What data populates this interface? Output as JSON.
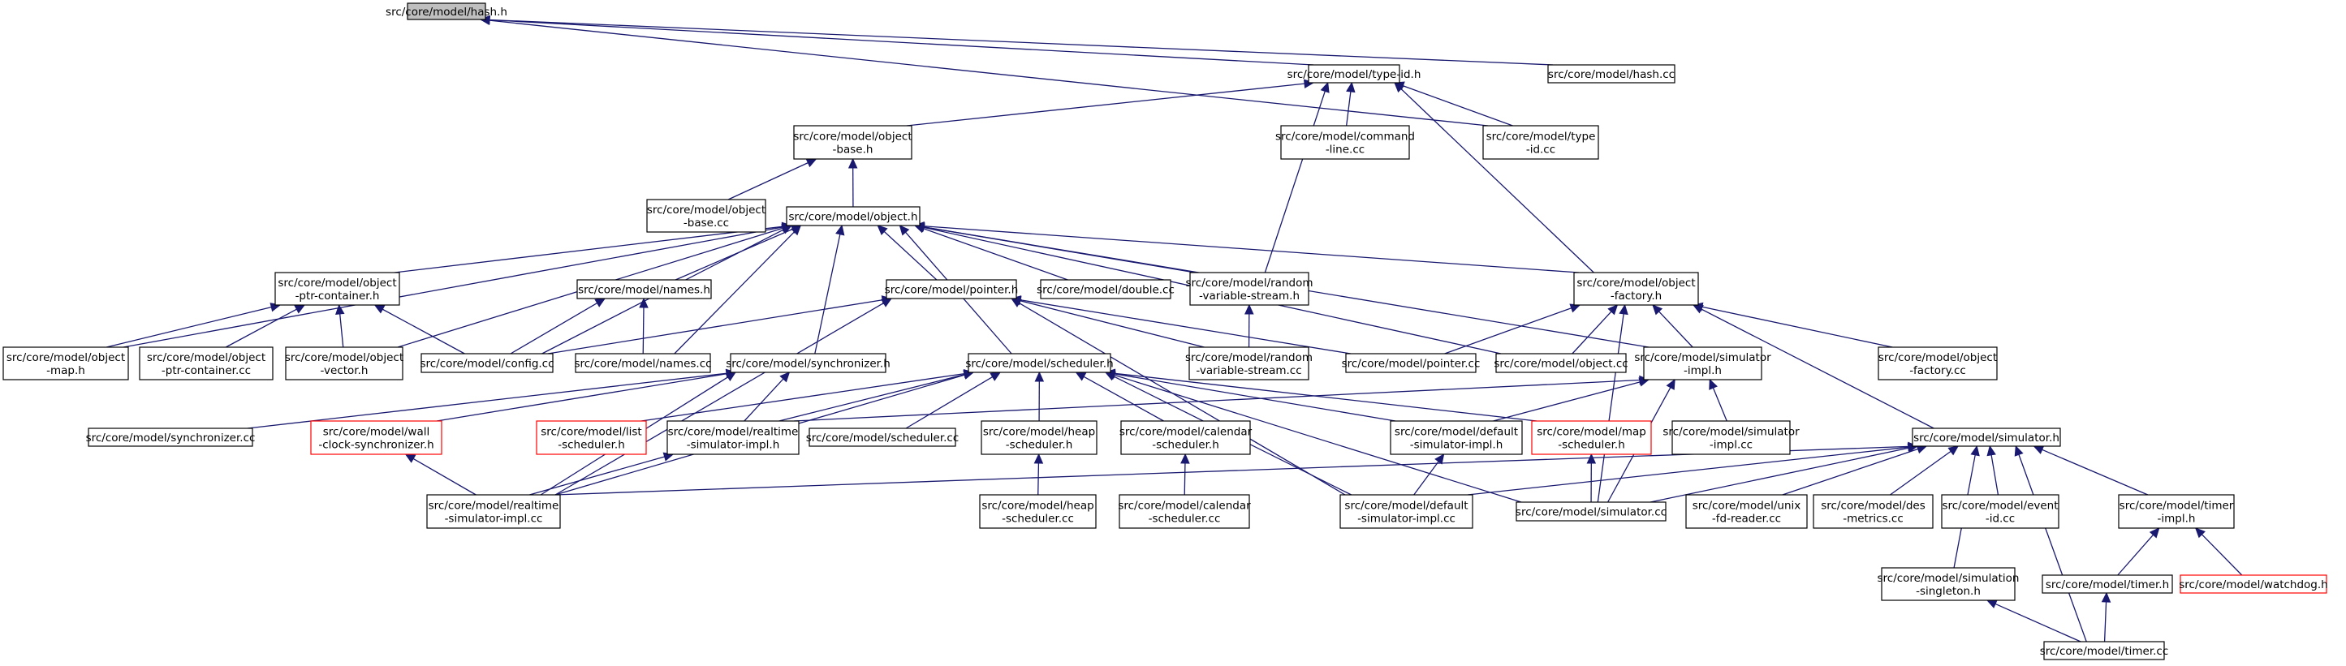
{
  "graph": {
    "nodes": [
      {
        "id": "hash_h",
        "lines": [
          "src/core/model/hash.h"
        ],
        "style": "root"
      },
      {
        "id": "type_id_h",
        "lines": [
          "src/core/model/type-id.h"
        ],
        "style": "normal"
      },
      {
        "id": "hash_cc",
        "lines": [
          "src/core/model/hash.cc"
        ],
        "style": "normal"
      },
      {
        "id": "object_base_h",
        "lines": [
          "src/core/model/object",
          "-base.h"
        ],
        "style": "normal"
      },
      {
        "id": "command_line_cc",
        "lines": [
          "src/core/model/command",
          "-line.cc"
        ],
        "style": "normal"
      },
      {
        "id": "type_id_cc",
        "lines": [
          "src/core/model/type",
          "-id.cc"
        ],
        "style": "normal"
      },
      {
        "id": "object_base_cc",
        "lines": [
          "src/core/model/object",
          "-base.cc"
        ],
        "style": "normal"
      },
      {
        "id": "object_h",
        "lines": [
          "src/core/model/object.h"
        ],
        "style": "normal"
      },
      {
        "id": "object_ptr_container_h",
        "lines": [
          "src/core/model/object",
          "-ptr-container.h"
        ],
        "style": "normal"
      },
      {
        "id": "names_h",
        "lines": [
          "src/core/model/names.h"
        ],
        "style": "normal"
      },
      {
        "id": "pointer_h",
        "lines": [
          "src/core/model/pointer.h"
        ],
        "style": "normal"
      },
      {
        "id": "double_cc",
        "lines": [
          "src/core/model/double.cc"
        ],
        "style": "normal"
      },
      {
        "id": "random_variable_stream_h",
        "lines": [
          "src/core/model/random",
          "-variable-stream.h"
        ],
        "style": "normal"
      },
      {
        "id": "object_factory_h",
        "lines": [
          "src/core/model/object",
          "-factory.h"
        ],
        "style": "normal"
      },
      {
        "id": "object_map_h",
        "lines": [
          "src/core/model/object",
          "-map.h"
        ],
        "style": "normal"
      },
      {
        "id": "object_ptr_container_cc",
        "lines": [
          "src/core/model/object",
          "-ptr-container.cc"
        ],
        "style": "normal"
      },
      {
        "id": "object_vector_h",
        "lines": [
          "src/core/model/object",
          "-vector.h"
        ],
        "style": "normal"
      },
      {
        "id": "config_cc",
        "lines": [
          "src/core/model/config.cc"
        ],
        "style": "normal"
      },
      {
        "id": "names_cc",
        "lines": [
          "src/core/model/names.cc"
        ],
        "style": "normal"
      },
      {
        "id": "synchronizer_h",
        "lines": [
          "src/core/model/synchronizer.h"
        ],
        "style": "normal"
      },
      {
        "id": "scheduler_h",
        "lines": [
          "src/core/model/scheduler.h"
        ],
        "style": "normal"
      },
      {
        "id": "random_variable_stream_cc",
        "lines": [
          "src/core/model/random",
          "-variable-stream.cc"
        ],
        "style": "normal"
      },
      {
        "id": "pointer_cc",
        "lines": [
          "src/core/model/pointer.cc"
        ],
        "style": "normal"
      },
      {
        "id": "object_cc",
        "lines": [
          "src/core/model/object.cc"
        ],
        "style": "normal"
      },
      {
        "id": "simulator_impl_h",
        "lines": [
          "src/core/model/simulator",
          "-impl.h"
        ],
        "style": "normal"
      },
      {
        "id": "object_factory_cc",
        "lines": [
          "src/core/model/object",
          "-factory.cc"
        ],
        "style": "normal"
      },
      {
        "id": "synchronizer_cc",
        "lines": [
          "src/core/model/synchronizer.cc"
        ],
        "style": "normal"
      },
      {
        "id": "wall_clock_synchronizer_h",
        "lines": [
          "src/core/model/wall",
          "-clock-synchronizer.h"
        ],
        "style": "red"
      },
      {
        "id": "list_scheduler_h",
        "lines": [
          "src/core/model/list",
          "-scheduler.h"
        ],
        "style": "red"
      },
      {
        "id": "realtime_simulator_impl_h",
        "lines": [
          "src/core/model/realtime",
          "-simulator-impl.h"
        ],
        "style": "normal"
      },
      {
        "id": "scheduler_cc",
        "lines": [
          "src/core/model/scheduler.cc"
        ],
        "style": "normal"
      },
      {
        "id": "heap_scheduler_h",
        "lines": [
          "src/core/model/heap",
          "-scheduler.h"
        ],
        "style": "normal"
      },
      {
        "id": "calendar_scheduler_h",
        "lines": [
          "src/core/model/calendar",
          "-scheduler.h"
        ],
        "style": "normal"
      },
      {
        "id": "default_simulator_impl_h",
        "lines": [
          "src/core/model/default",
          "-simulator-impl.h"
        ],
        "style": "normal"
      },
      {
        "id": "map_scheduler_h",
        "lines": [
          "src/core/model/map",
          "-scheduler.h"
        ],
        "style": "red"
      },
      {
        "id": "simulator_impl_cc",
        "lines": [
          "src/core/model/simulator",
          "-impl.cc"
        ],
        "style": "normal"
      },
      {
        "id": "simulator_h",
        "lines": [
          "src/core/model/simulator.h"
        ],
        "style": "normal"
      },
      {
        "id": "realtime_simulator_impl_cc",
        "lines": [
          "src/core/model/realtime",
          "-simulator-impl.cc"
        ],
        "style": "normal"
      },
      {
        "id": "heap_scheduler_cc",
        "lines": [
          "src/core/model/heap",
          "-scheduler.cc"
        ],
        "style": "normal"
      },
      {
        "id": "calendar_scheduler_cc",
        "lines": [
          "src/core/model/calendar",
          "-scheduler.cc"
        ],
        "style": "normal"
      },
      {
        "id": "default_simulator_impl_cc",
        "lines": [
          "src/core/model/default",
          "-simulator-impl.cc"
        ],
        "style": "normal"
      },
      {
        "id": "simulator_cc",
        "lines": [
          "src/core/model/simulator.cc"
        ],
        "style": "normal"
      },
      {
        "id": "unix_fd_reader_cc",
        "lines": [
          "src/core/model/unix",
          "-fd-reader.cc"
        ],
        "style": "normal"
      },
      {
        "id": "des_metrics_cc",
        "lines": [
          "src/core/model/des",
          "-metrics.cc"
        ],
        "style": "normal"
      },
      {
        "id": "event_id_cc",
        "lines": [
          "src/core/model/event",
          "-id.cc"
        ],
        "style": "normal"
      },
      {
        "id": "timer_impl_h",
        "lines": [
          "src/core/model/timer",
          "-impl.h"
        ],
        "style": "normal"
      },
      {
        "id": "simulation_singleton_h",
        "lines": [
          "src/core/model/simulation",
          "-singleton.h"
        ],
        "style": "normal"
      },
      {
        "id": "timer_h",
        "lines": [
          "src/core/model/timer.h"
        ],
        "style": "normal"
      },
      {
        "id": "watchdog_h",
        "lines": [
          "src/core/model/watchdog.h"
        ],
        "style": "red"
      },
      {
        "id": "timer_cc",
        "lines": [
          "src/core/model/timer.cc"
        ],
        "style": "normal"
      }
    ],
    "edges": [
      {
        "from": "hash_h",
        "to": "type_id_h"
      },
      {
        "from": "hash_h",
        "to": "hash_cc"
      },
      {
        "from": "hash_h",
        "to": "type_id_cc"
      },
      {
        "from": "type_id_h",
        "to": "object_base_h"
      },
      {
        "from": "type_id_h",
        "to": "command_line_cc"
      },
      {
        "from": "type_id_h",
        "to": "type_id_cc"
      },
      {
        "from": "type_id_h",
        "to": "random_variable_stream_h"
      },
      {
        "from": "type_id_h",
        "to": "object_factory_h"
      },
      {
        "from": "object_base_h",
        "to": "object_base_cc"
      },
      {
        "from": "object_base_h",
        "to": "object_h"
      },
      {
        "from": "object_h",
        "to": "object_ptr_container_h"
      },
      {
        "from": "object_h",
        "to": "object_map_h"
      },
      {
        "from": "object_h",
        "to": "object_vector_h"
      },
      {
        "from": "object_h",
        "to": "names_h"
      },
      {
        "from": "object_h",
        "to": "config_cc"
      },
      {
        "from": "object_h",
        "to": "names_cc"
      },
      {
        "from": "object_h",
        "to": "synchronizer_h"
      },
      {
        "from": "object_h",
        "to": "pointer_h"
      },
      {
        "from": "object_h",
        "to": "scheduler_h"
      },
      {
        "from": "object_h",
        "to": "double_cc"
      },
      {
        "from": "object_h",
        "to": "random_variable_stream_h"
      },
      {
        "from": "object_h",
        "to": "object_factory_h"
      },
      {
        "from": "object_h",
        "to": "object_cc"
      },
      {
        "from": "object_h",
        "to": "simulator_impl_h"
      },
      {
        "from": "object_ptr_container_h",
        "to": "object_map_h"
      },
      {
        "from": "object_ptr_container_h",
        "to": "object_ptr_container_cc"
      },
      {
        "from": "object_ptr_container_h",
        "to": "object_vector_h"
      },
      {
        "from": "object_ptr_container_h",
        "to": "config_cc"
      },
      {
        "from": "names_h",
        "to": "config_cc"
      },
      {
        "from": "names_h",
        "to": "names_cc"
      },
      {
        "from": "pointer_h",
        "to": "config_cc"
      },
      {
        "from": "pointer_h",
        "to": "pointer_cc"
      },
      {
        "from": "pointer_h",
        "to": "realtime_simulator_impl_cc"
      },
      {
        "from": "pointer_h",
        "to": "default_simulator_impl_cc"
      },
      {
        "from": "pointer_h",
        "to": "random_variable_stream_cc"
      },
      {
        "from": "random_variable_stream_h",
        "to": "random_variable_stream_cc"
      },
      {
        "from": "object_factory_h",
        "to": "pointer_cc"
      },
      {
        "from": "object_factory_h",
        "to": "object_cc"
      },
      {
        "from": "object_factory_h",
        "to": "simulator_impl_h"
      },
      {
        "from": "object_factory_h",
        "to": "object_factory_cc"
      },
      {
        "from": "object_factory_h",
        "to": "simulator_h"
      },
      {
        "from": "object_factory_h",
        "to": "simulator_cc"
      },
      {
        "from": "synchronizer_h",
        "to": "synchronizer_cc"
      },
      {
        "from": "synchronizer_h",
        "to": "wall_clock_synchronizer_h"
      },
      {
        "from": "synchronizer_h",
        "to": "realtime_simulator_impl_h"
      },
      {
        "from": "synchronizer_h",
        "to": "realtime_simulator_impl_cc"
      },
      {
        "from": "scheduler_h",
        "to": "list_scheduler_h"
      },
      {
        "from": "scheduler_h",
        "to": "realtime_simulator_impl_h"
      },
      {
        "from": "scheduler_h",
        "to": "scheduler_cc"
      },
      {
        "from": "scheduler_h",
        "to": "heap_scheduler_h"
      },
      {
        "from": "scheduler_h",
        "to": "calendar_scheduler_h"
      },
      {
        "from": "scheduler_h",
        "to": "default_simulator_impl_h"
      },
      {
        "from": "scheduler_h",
        "to": "map_scheduler_h"
      },
      {
        "from": "scheduler_h",
        "to": "realtime_simulator_impl_cc"
      },
      {
        "from": "scheduler_h",
        "to": "default_simulator_impl_cc"
      },
      {
        "from": "scheduler_h",
        "to": "simulator_cc"
      },
      {
        "from": "simulator_impl_h",
        "to": "realtime_simulator_impl_h"
      },
      {
        "from": "simulator_impl_h",
        "to": "default_simulator_impl_h"
      },
      {
        "from": "simulator_impl_h",
        "to": "simulator_impl_cc"
      },
      {
        "from": "simulator_impl_h",
        "to": "simulator_cc"
      },
      {
        "from": "wall_clock_synchronizer_h",
        "to": "realtime_simulator_impl_cc"
      },
      {
        "from": "realtime_simulator_impl_h",
        "to": "realtime_simulator_impl_cc"
      },
      {
        "from": "heap_scheduler_h",
        "to": "heap_scheduler_cc"
      },
      {
        "from": "calendar_scheduler_h",
        "to": "calendar_scheduler_cc"
      },
      {
        "from": "default_simulator_impl_h",
        "to": "default_simulator_impl_cc"
      },
      {
        "from": "map_scheduler_h",
        "to": "simulator_cc"
      },
      {
        "from": "simulator_h",
        "to": "realtime_simulator_impl_cc"
      },
      {
        "from": "simulator_h",
        "to": "default_simulator_impl_cc"
      },
      {
        "from": "simulator_h",
        "to": "simulator_cc"
      },
      {
        "from": "simulator_h",
        "to": "unix_fd_reader_cc"
      },
      {
        "from": "simulator_h",
        "to": "des_metrics_cc"
      },
      {
        "from": "simulator_h",
        "to": "event_id_cc"
      },
      {
        "from": "simulator_h",
        "to": "timer_impl_h"
      },
      {
        "from": "simulator_h",
        "to": "simulation_singleton_h"
      },
      {
        "from": "simulator_h",
        "to": "timer_cc"
      },
      {
        "from": "timer_impl_h",
        "to": "timer_h"
      },
      {
        "from": "timer_impl_h",
        "to": "watchdog_h"
      },
      {
        "from": "timer_h",
        "to": "timer_cc"
      },
      {
        "from": "simulation_singleton_h",
        "to": "timer_cc"
      }
    ]
  }
}
